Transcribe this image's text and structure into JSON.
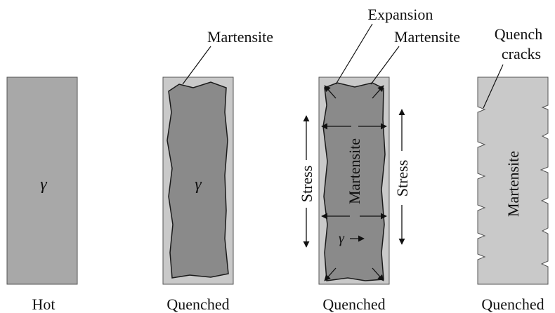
{
  "panels": [
    {
      "caption": "Hot",
      "phase_symbol": "γ"
    },
    {
      "caption": "Quenched",
      "top_label": "Martensite",
      "phase_symbol": "γ"
    },
    {
      "caption": "Quenched",
      "top_label_1": "Expansion",
      "top_label_2": "Martensite",
      "center_label": "Martensite",
      "phase_symbol": "γ",
      "side_label": "Stress"
    },
    {
      "caption": "Quenched",
      "top_label_1": "Quench",
      "top_label_2": "cracks",
      "center_label": "Martensite"
    }
  ],
  "colors": {
    "austenite_fill": "#a8a8a8",
    "martensite_fill": "#8a8a8a",
    "light_fill": "#c9c9c9",
    "outline": "#1a1a1a"
  }
}
